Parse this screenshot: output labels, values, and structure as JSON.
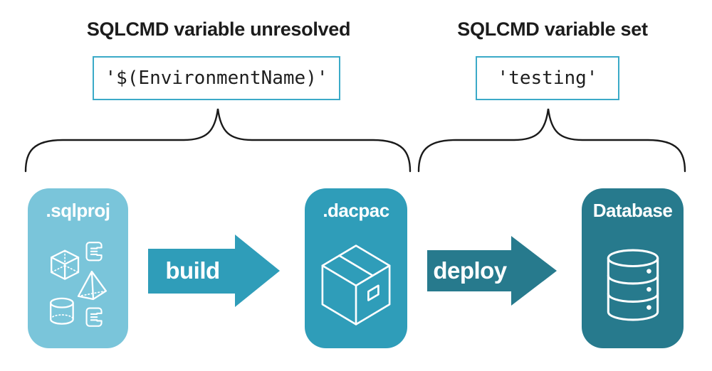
{
  "header": {
    "left_title": "SQLCMD variable unresolved",
    "right_title": "SQLCMD variable set",
    "left_value": "'$(EnvironmentName)'",
    "right_value": "'testing'"
  },
  "pipeline": {
    "nodes": [
      {
        "label": ".sqlproj",
        "icon": "sql-project-objects-icon",
        "color": "#7ac5da"
      },
      {
        "label": ".dacpac",
        "icon": "package-icon",
        "color": "#2f9db9"
      },
      {
        "label": "Database",
        "icon": "database-icon",
        "color": "#277a8d"
      }
    ],
    "arrows": [
      {
        "label": "build",
        "color": "#2f9db9"
      },
      {
        "label": "deploy",
        "color": "#277a8d"
      }
    ]
  },
  "colors": {
    "value_box_border": "#3baac8",
    "brace": "#1a1a1a",
    "background": "#ffffff"
  }
}
